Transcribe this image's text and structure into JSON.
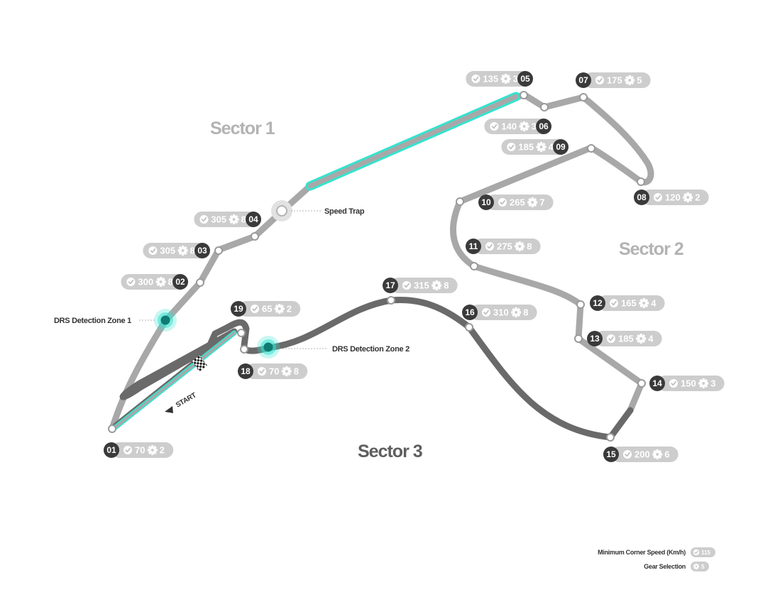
{
  "colors": {
    "track_light": "#a8a8a8",
    "track_dark": "#6a6a6a",
    "drs_highlight": "#35e3cf",
    "drs_detection": "#0e7c70",
    "badge_dark": "#3a3a3a",
    "pill_light": "#cdcdcd",
    "sector_label_light": "#b3b3b3",
    "sector_label_dark": "#5e5e5e"
  },
  "sectors": [
    {
      "label": "Sector 1"
    },
    {
      "label": "Sector 2"
    },
    {
      "label": "Sector 3"
    }
  ],
  "callouts": {
    "speed_trap": "Speed Trap",
    "drs_zone_1": "DRS Detection Zone 1",
    "drs_zone_2": "DRS Detection Zone 2",
    "start": "START"
  },
  "corners": [
    {
      "number": "01",
      "speed": "70",
      "gear": "2"
    },
    {
      "number": "02",
      "speed": "300",
      "gear": "8"
    },
    {
      "number": "03",
      "speed": "305",
      "gear": "8"
    },
    {
      "number": "04",
      "speed": "305",
      "gear": "8"
    },
    {
      "number": "05",
      "speed": "135",
      "gear": "3"
    },
    {
      "number": "06",
      "speed": "140",
      "gear": "3"
    },
    {
      "number": "07",
      "speed": "175",
      "gear": "5"
    },
    {
      "number": "08",
      "speed": "120",
      "gear": "2"
    },
    {
      "number": "09",
      "speed": "185",
      "gear": "4"
    },
    {
      "number": "10",
      "speed": "265",
      "gear": "7"
    },
    {
      "number": "11",
      "speed": "275",
      "gear": "8"
    },
    {
      "number": "12",
      "speed": "165",
      "gear": "4"
    },
    {
      "number": "13",
      "speed": "185",
      "gear": "4"
    },
    {
      "number": "14",
      "speed": "150",
      "gear": "3"
    },
    {
      "number": "15",
      "speed": "200",
      "gear": "6"
    },
    {
      "number": "16",
      "speed": "310",
      "gear": "8"
    },
    {
      "number": "17",
      "speed": "315",
      "gear": "8"
    },
    {
      "number": "18",
      "speed": "70",
      "gear": "8"
    },
    {
      "number": "19",
      "speed": "65",
      "gear": "2"
    }
  ],
  "legend": {
    "speed_label": "Minimum Corner Speed (Km/h)",
    "speed_example": "115",
    "gear_label": "Gear Selection",
    "gear_example": "5"
  }
}
